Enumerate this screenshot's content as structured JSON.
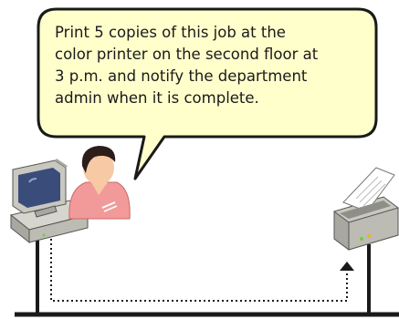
{
  "speech_bubble": {
    "lines": [
      "Print 5 copies of this job at the",
      "color printer on the second floor at",
      "3 p.m. and notify the department",
      "admin when it is complete."
    ]
  },
  "colors": {
    "bubble_fill": "#ffffcc",
    "outline": "#1a1a1a",
    "computer_body": "#c8c8c0",
    "monitor_screen": "#3a4c7a",
    "user_shirt": "#f29a9a",
    "user_skin": "#f7c9a5",
    "user_hair": "#2b1e1a",
    "printer_body": "#c8c8c0",
    "led_green": "#6fcf3a",
    "led_amber": "#f2b21e"
  },
  "icons": [
    "computer-icon",
    "user-icon",
    "printer-icon",
    "arrow-up-icon"
  ]
}
